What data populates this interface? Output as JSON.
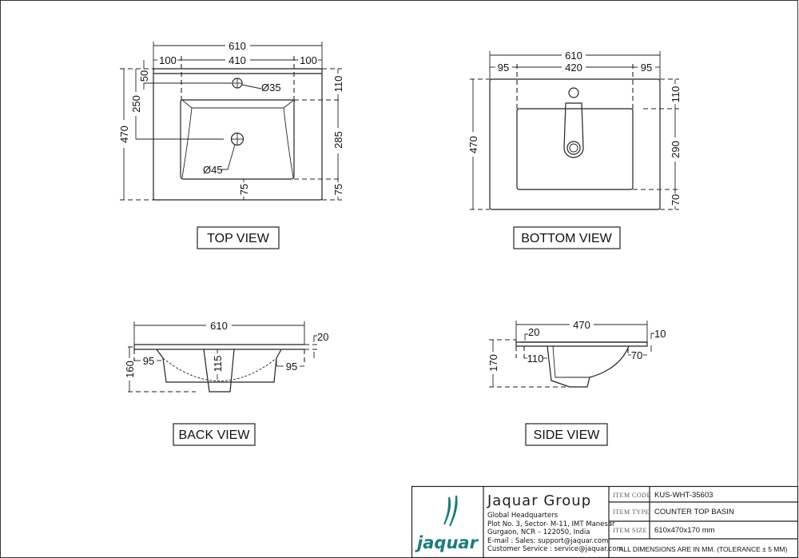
{
  "top_view": {
    "label": "TOP VIEW",
    "dims": {
      "overall_width": "610",
      "left_margin": "100",
      "bowl_width": "410",
      "right_margin": "100",
      "overall_depth": "470",
      "drain_offset": "250",
      "tap_offset": "50",
      "back_margin": "110",
      "bowl_depth": "285",
      "front_margin": "75",
      "front_margin_center": "75",
      "tap_hole": "Ø35",
      "drain_hole": "Ø45"
    }
  },
  "bottom_view": {
    "label": "BOTTOM VIEW",
    "dims": {
      "overall_width": "610",
      "left_margin": "95",
      "bowl_width": "420",
      "right_margin": "95",
      "overall_depth": "470",
      "back_margin": "110",
      "bowl_depth": "290",
      "front_margin": "70"
    }
  },
  "back_view": {
    "label": "BACK VIEW",
    "dims": {
      "overall_width": "610",
      "height": "160",
      "left_offset": "95",
      "right_offset": "95",
      "bowl_depth": "115",
      "slab": "20"
    }
  },
  "side_view": {
    "label": "SIDE VIEW",
    "dims": {
      "overall_depth": "470",
      "height": "170",
      "back_slab": "20",
      "front_slab": "10",
      "back_offset": "110",
      "front_offset": "70"
    }
  },
  "title_block": {
    "logo_text": "jaquar",
    "logo_color": "#1a7d7a",
    "company": "Jaquar Group",
    "address_lines": [
      "Global Headquarters",
      "Plot No. 3, Sector- M-11, IMT Manesar",
      "Gurgaon, NCR – 122050, India",
      "E-mail : Sales: support@jaquar.com",
      "Customer Service : service@jaquar.com"
    ],
    "fields": [
      {
        "label": "ITEM CODE",
        "value": "KUS-WHT-35603"
      },
      {
        "label": "ITEM TYPE",
        "value": "COUNTER TOP BASIN"
      },
      {
        "label": "ITEM SIZE",
        "value": "610x470x170 mm"
      }
    ],
    "note": "ALL DIMENSIONS ARE IN MM. (TOLERANCE ± 5 MM)"
  }
}
